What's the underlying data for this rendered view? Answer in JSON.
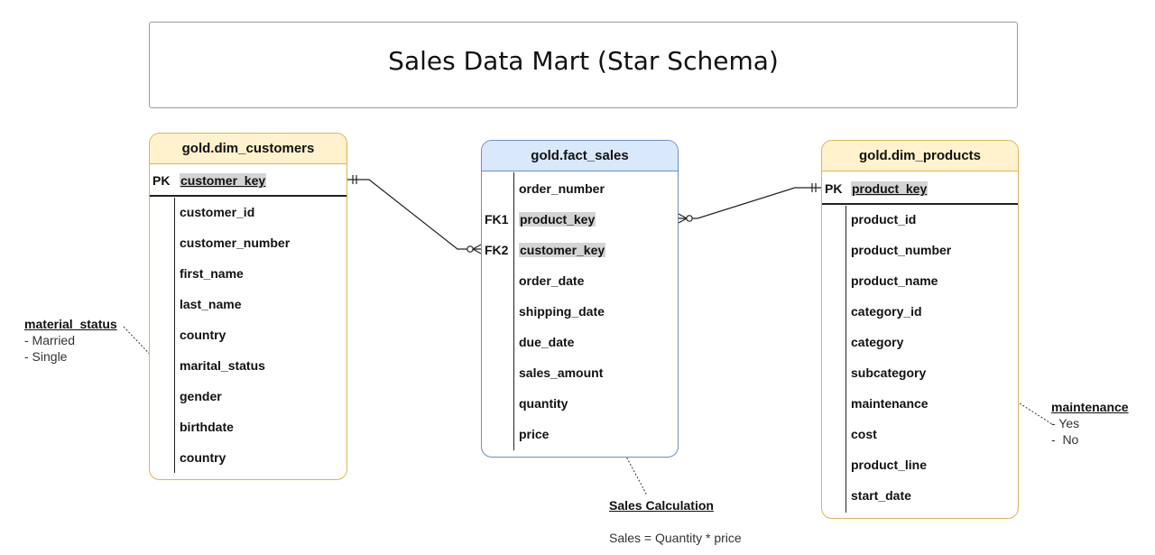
{
  "title": "Sales Data Mart (Star Schema)",
  "entities": {
    "customers": {
      "name": "gold.dim_customers",
      "pk_label": "PK",
      "pk_field": "customer_key",
      "fields": [
        "customer_id",
        "customer_number",
        "first_name",
        "last_name",
        "country",
        "marital_status",
        "gender",
        "birthdate",
        "country"
      ]
    },
    "fact": {
      "name": "gold.fact_sales",
      "fk1_label": "FK1",
      "fk2_label": "FK2",
      "fields": [
        "order_number",
        "product_key",
        "customer_key",
        "order_date",
        "shipping_date",
        "due_date",
        "sales_amount",
        "quantity",
        "price"
      ]
    },
    "products": {
      "name": "gold.dim_products",
      "pk_label": "PK",
      "pk_field": "product_key",
      "fields": [
        "product_id",
        "product_number",
        "product_name",
        "category_id",
        "category",
        "subcategory",
        "maintenance",
        "cost",
        "product_line",
        "start_date"
      ]
    }
  },
  "notes": {
    "material_status": {
      "title": "material_status",
      "items": [
        "- Married",
        "- Single"
      ]
    },
    "maintenance": {
      "title": "maintenance",
      "items": [
        "- Yes",
        "-  No"
      ]
    },
    "sales_calc": {
      "title": "Sales Calculation",
      "formula": "Sales = Quantity * price"
    }
  }
}
